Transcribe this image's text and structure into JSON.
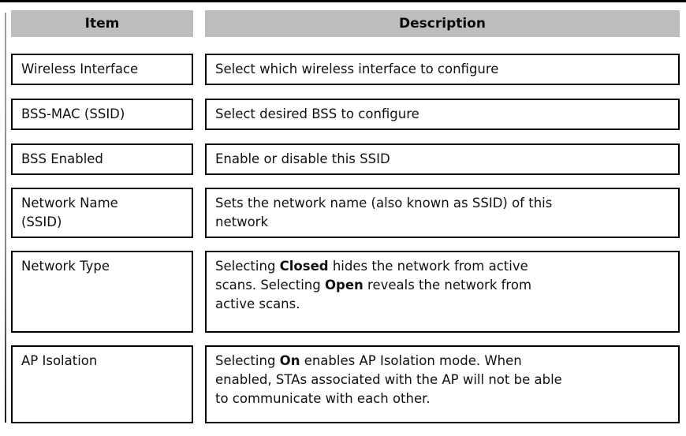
{
  "colors": {
    "background": "#ffffff",
    "header_bg": "#bdbdbd",
    "cell_border": "#000000",
    "text": "#111111",
    "top_rule": "#000000",
    "left_rule": "#8f8f8f"
  },
  "table": {
    "headers": {
      "item": "Item",
      "description": "Description"
    },
    "rows": [
      {
        "item_lines": [
          [
            {
              "t": "Wireless Interface"
            }
          ]
        ],
        "desc_lines": [
          [
            {
              "t": "Select which wireless interface to configure"
            }
          ]
        ]
      },
      {
        "item_lines": [
          [
            {
              "t": "BSS-MAC (SSID)"
            }
          ]
        ],
        "desc_lines": [
          [
            {
              "t": "Select desired BSS to configure"
            }
          ]
        ]
      },
      {
        "item_lines": [
          [
            {
              "t": "BSS Enabled"
            }
          ]
        ],
        "desc_lines": [
          [
            {
              "t": "Enable or disable this SSID"
            }
          ]
        ]
      },
      {
        "item_lines": [
          [
            {
              "t": "Network Name"
            }
          ],
          [
            {
              "t": "(SSID)"
            }
          ]
        ],
        "desc_lines": [
          [
            {
              "t": "Sets the network name (also known as SSID) of this"
            }
          ],
          [
            {
              "t": "network"
            }
          ]
        ]
      },
      {
        "item_lines": [
          [
            {
              "t": "Network Type"
            }
          ]
        ],
        "desc_lines": [
          [
            {
              "t": "Selecting "
            },
            {
              "t": "Closed",
              "b": true
            },
            {
              "t": " hides the network from active"
            }
          ],
          [
            {
              "t": "scans. Selecting "
            },
            {
              "t": "Open",
              "b": true
            },
            {
              "t": " reveals the network from"
            }
          ],
          [
            {
              "t": "active scans."
            }
          ]
        ]
      },
      {
        "item_lines": [
          [
            {
              "t": "AP Isolation"
            }
          ]
        ],
        "desc_lines": [
          [
            {
              "t": "Selecting "
            },
            {
              "t": "On",
              "b": true
            },
            {
              "t": " enables AP Isolation mode. When"
            }
          ],
          [
            {
              "t": "enabled, STAs associated with the AP will not be able"
            }
          ],
          [
            {
              "t": "to communicate with each other."
            }
          ]
        ]
      }
    ]
  }
}
